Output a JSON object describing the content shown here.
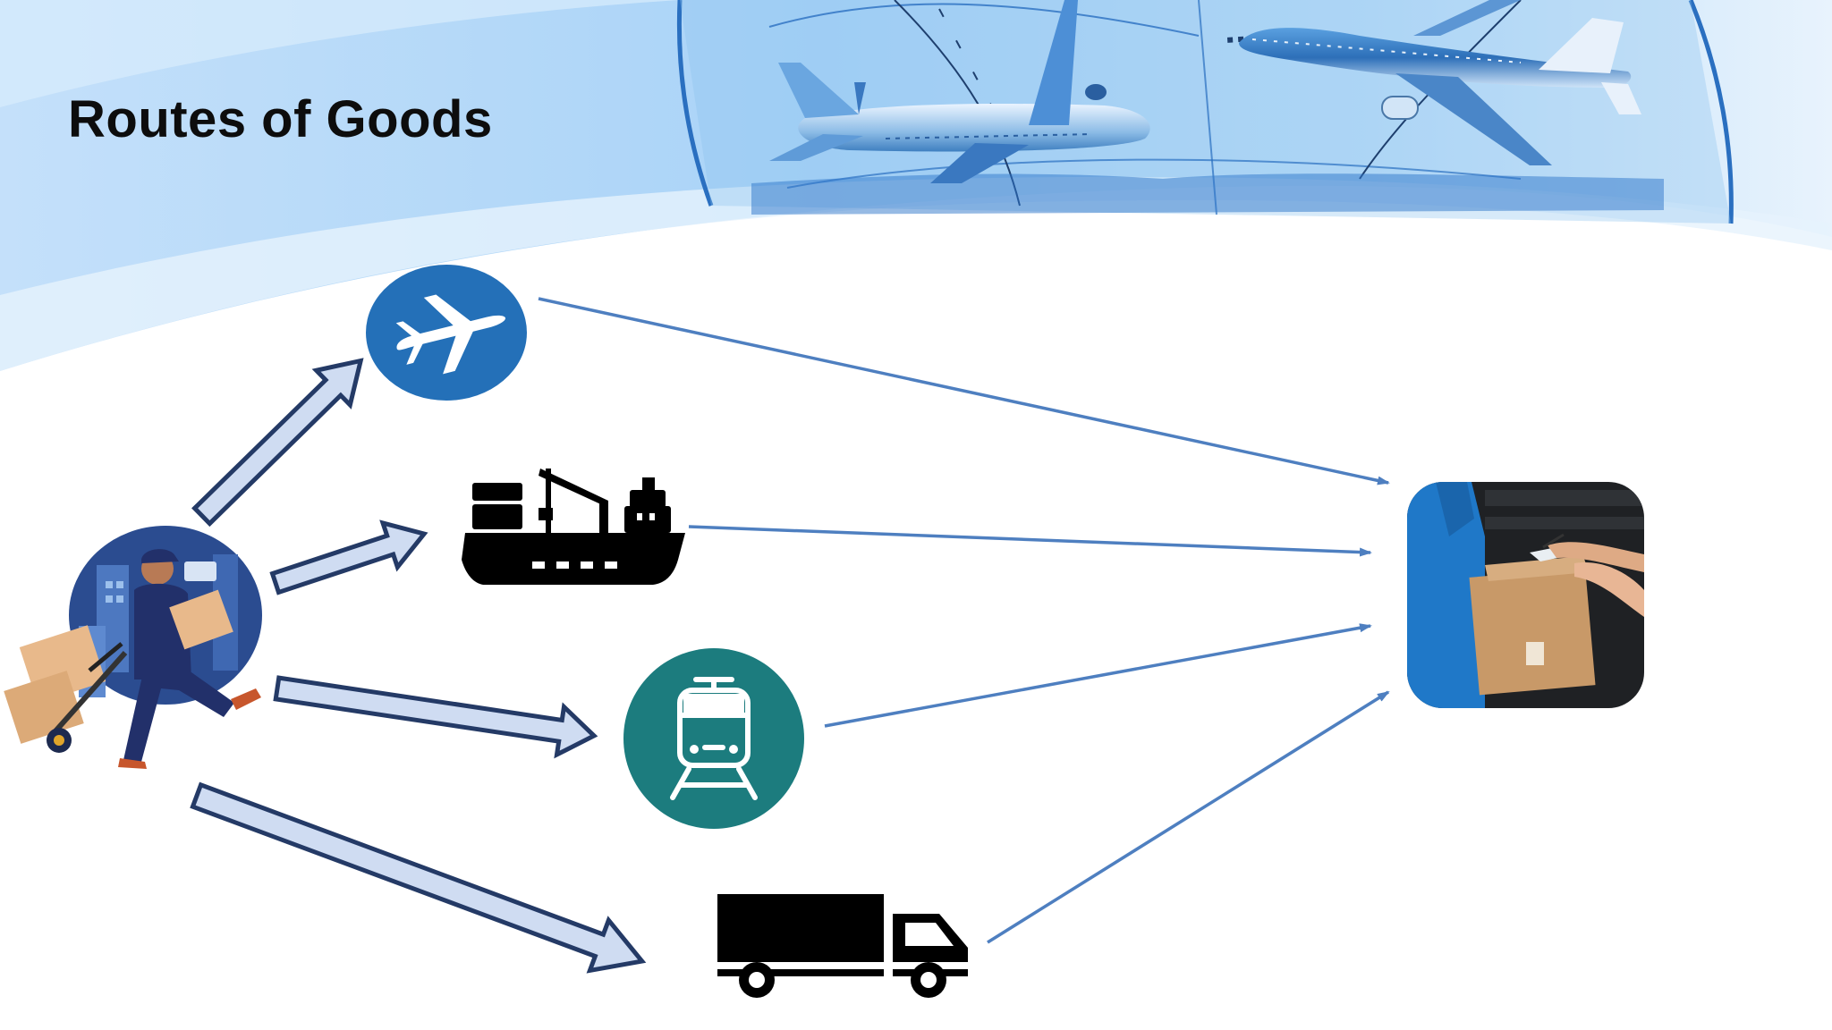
{
  "slide": {
    "title": "Routes of Goods"
  },
  "nodes": {
    "source": {
      "icon": "delivery-worker-with-boxes-icon"
    },
    "transport": [
      {
        "id": "air",
        "icon": "airplane-icon"
      },
      {
        "id": "sea",
        "icon": "cargo-ship-icon"
      },
      {
        "id": "rail",
        "icon": "train-icon"
      },
      {
        "id": "road",
        "icon": "truck-icon"
      }
    ],
    "destination": {
      "icon": "package-handover-icon"
    }
  },
  "colors": {
    "header_blue": "#6fb3ee",
    "airplane_circle": "#2470b8",
    "train_circle": "#1c7c7e",
    "arrow_fill": "#cfdcf2",
    "arrow_stroke": "#243a66",
    "connector_line": "#4e7fc0",
    "destination_blue": "#1f78c8"
  }
}
